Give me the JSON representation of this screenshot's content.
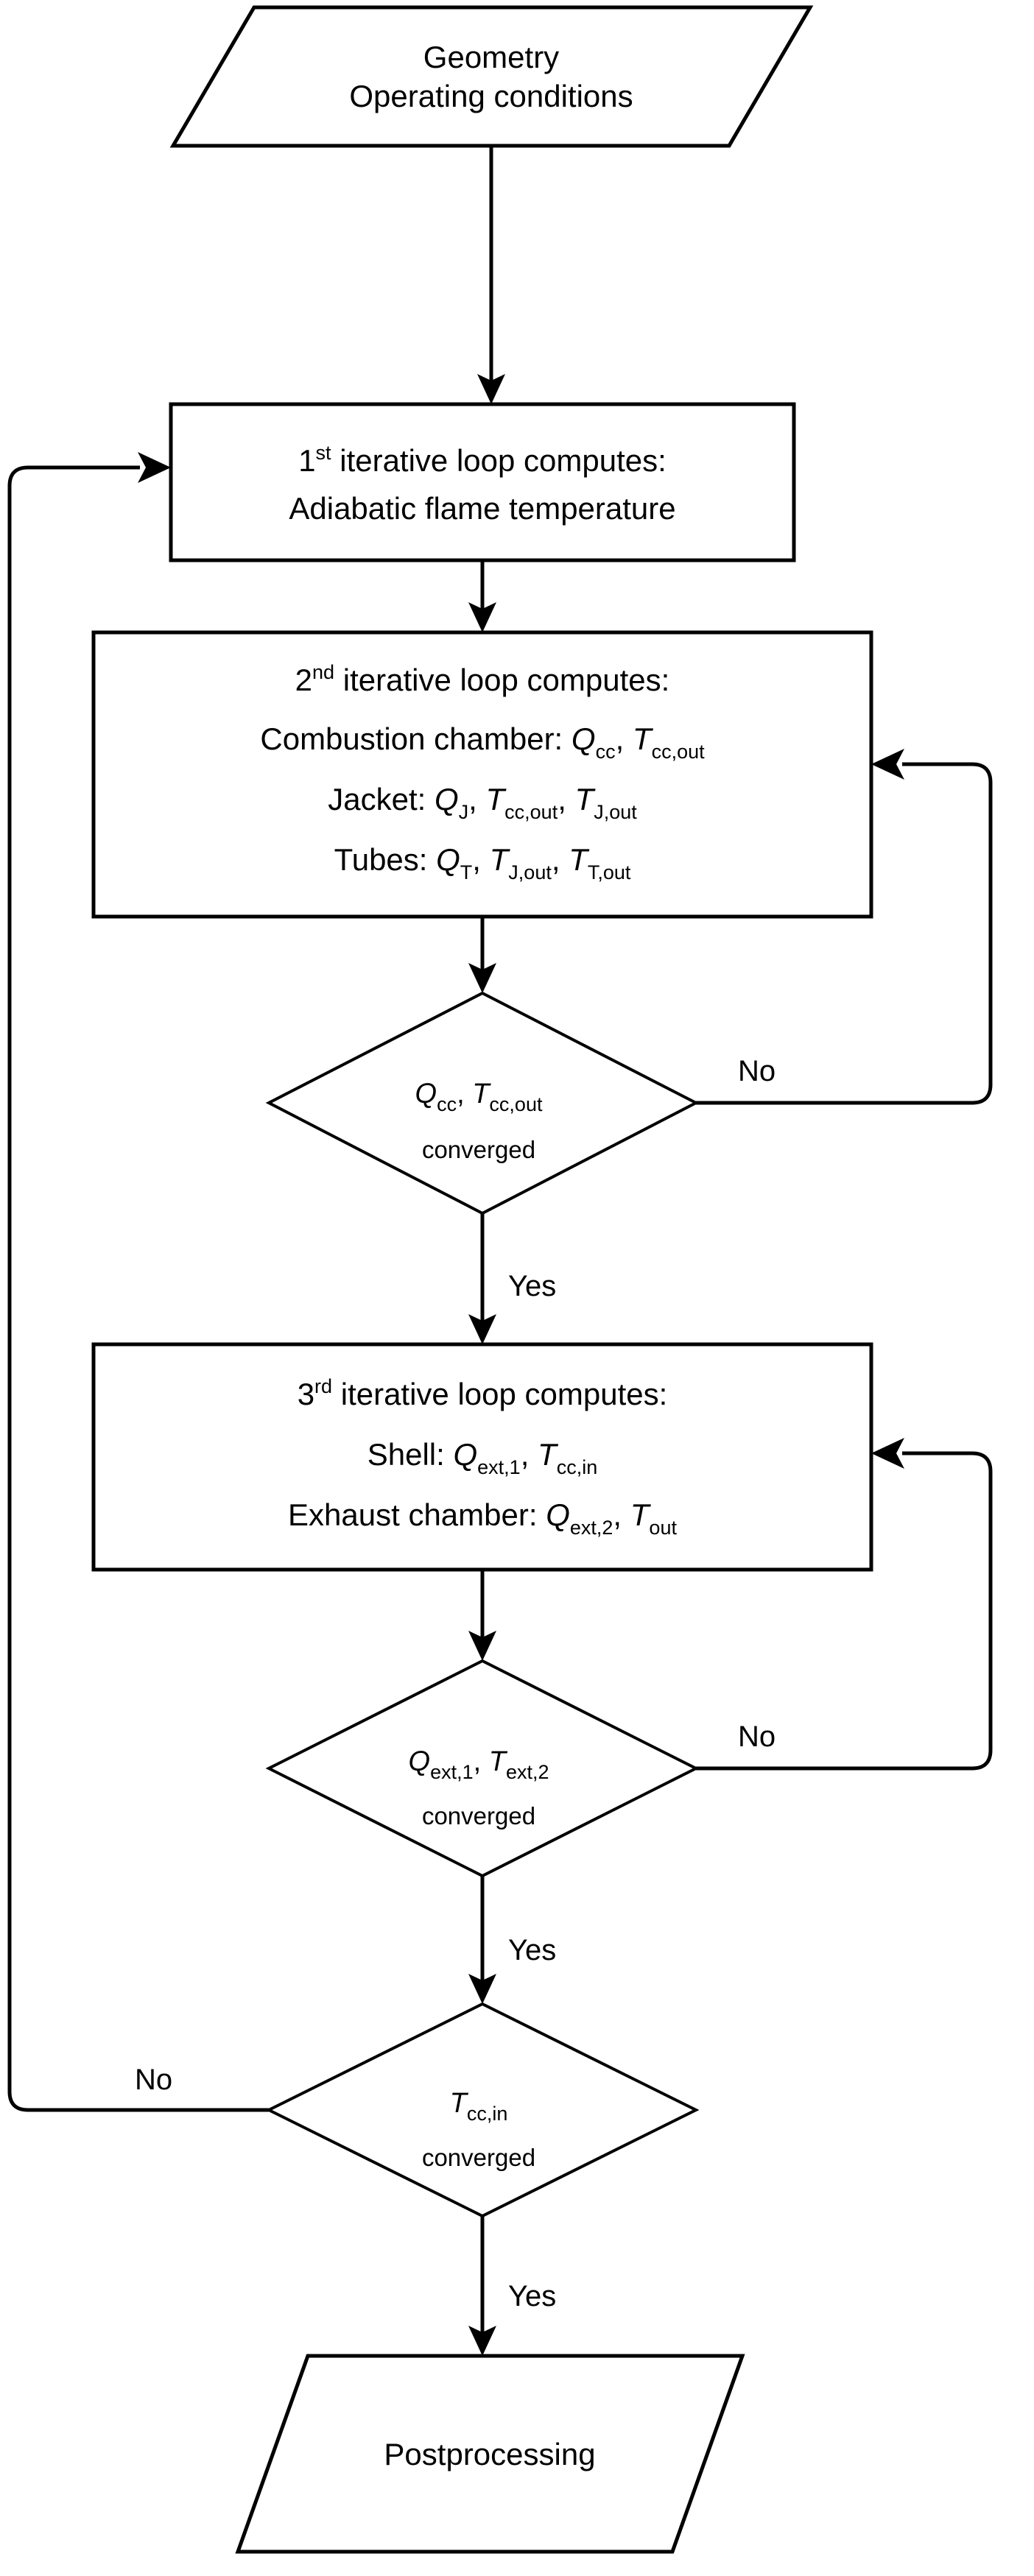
{
  "diagram": {
    "title": "Iterative solver flowchart",
    "colors": {
      "stroke": "#000000",
      "fill": "#ffffff",
      "text": "#000000",
      "background": "#ffffff"
    },
    "nodes": [
      {
        "id": "start",
        "shape": "parallelogram",
        "role": "input",
        "lines": [
          "Geometry",
          "Operating conditions"
        ]
      },
      {
        "id": "loop1",
        "shape": "rectangle",
        "role": "process",
        "lines": [
          "1st iterative loop computes:",
          "Adiabatic flame temperature"
        ],
        "line1_prefix": "1",
        "line1_sup": "st",
        "line1_rest": " iterative loop computes:"
      },
      {
        "id": "loop2",
        "shape": "rectangle",
        "role": "process",
        "line1_prefix": "2",
        "line1_sup": "nd",
        "line1_rest": " iterative loop computes:",
        "rows": [
          {
            "label": "Combustion chamber:",
            "vars": [
              {
                "base": "Q",
                "sub": "cc",
                "sep": ","
              },
              {
                "base": "T",
                "sub": "cc,out",
                "sep": ""
              }
            ]
          },
          {
            "label": "Jacket:",
            "vars": [
              {
                "base": "Q",
                "sub": "J",
                "sep": ","
              },
              {
                "base": "T",
                "sub": "cc,out",
                "sep": ","
              },
              {
                "base": "T",
                "sub": "J,out",
                "sep": ""
              }
            ]
          },
          {
            "label": "Tubes:",
            "vars": [
              {
                "base": "Q",
                "sub": "T",
                "sep": ","
              },
              {
                "base": "T",
                "sub": "J,out",
                "sep": ","
              },
              {
                "base": "T",
                "sub": "T,out",
                "sep": ""
              }
            ]
          }
        ]
      },
      {
        "id": "dec1",
        "shape": "diamond",
        "role": "decision",
        "cond_line1": "Q cc , T cc,out",
        "cond_line2": "converged",
        "yes_label": "Yes",
        "no_label": "No"
      },
      {
        "id": "loop3",
        "shape": "rectangle",
        "role": "process",
        "line1_prefix": "3",
        "line1_sup": "rd",
        "line1_rest": " iterative loop computes:",
        "rows": [
          {
            "label": "Shell:",
            "vars": [
              {
                "base": "Q",
                "sub": "ext,1",
                "sep": ","
              },
              {
                "base": "T",
                "sub": "cc,in",
                "sep": ""
              }
            ]
          },
          {
            "label": "Exhaust chamber:",
            "vars": [
              {
                "base": "Q",
                "sub": "ext,2",
                "sep": ","
              },
              {
                "base": "T",
                "sub": "out",
                "sep": ""
              }
            ]
          }
        ]
      },
      {
        "id": "dec2",
        "shape": "diamond",
        "role": "decision",
        "cond_line1": "Q ext,1 , T ext,2",
        "cond_line2": "converged",
        "yes_label": "Yes",
        "no_label": "No"
      },
      {
        "id": "dec3",
        "shape": "diamond",
        "role": "decision",
        "cond_line1": "T cc,in",
        "cond_line2": "converged",
        "yes_label": "Yes",
        "no_label": "No"
      },
      {
        "id": "end",
        "shape": "parallelogram",
        "role": "output",
        "lines": [
          "Postprocessing"
        ]
      }
    ],
    "text": {
      "start_line1": "Geometry",
      "start_line2": "Operating conditions",
      "loop1_num": "1",
      "loop1_sup": "st",
      "loop1_rest": " iterative loop computes:",
      "loop1_line2": "Adiabatic flame temperature",
      "loop2_num": "2",
      "loop2_sup": "nd",
      "loop2_rest": " iterative loop computes:",
      "loop2_r1_label": "Combustion chamber:",
      "loop2_r2_label": "Jacket:",
      "loop2_r3_label": "Tubes:",
      "loop3_num": "3",
      "loop3_sup": "rd",
      "loop3_rest": " iterative loop computes:",
      "loop3_r1_label": "Shell:",
      "loop3_r2_label": "Exhaust chamber:",
      "converged": "converged",
      "yes": "Yes",
      "no": "No",
      "end_line1": "Postprocessing",
      "Q": "Q",
      "T": "T",
      "comma": ",",
      "sub_cc": "cc",
      "sub_ccout": "cc,out",
      "sub_J": "J",
      "sub_Jout": "J,out",
      "sub_Tsub": "T",
      "sub_Tout": "T,out",
      "sub_ext1": "ext,1",
      "sub_ext2": "ext,2",
      "sub_ccin": "cc,in",
      "sub_out": "out"
    },
    "edges": [
      {
        "from": "start",
        "to": "loop1",
        "label": ""
      },
      {
        "from": "loop1",
        "to": "loop2",
        "label": ""
      },
      {
        "from": "loop2",
        "to": "dec1",
        "label": ""
      },
      {
        "from": "dec1",
        "to": "loop2",
        "label": "No",
        "path": "right-loop-up"
      },
      {
        "from": "dec1",
        "to": "loop3",
        "label": "Yes",
        "path": "down"
      },
      {
        "from": "loop3",
        "to": "dec2",
        "label": ""
      },
      {
        "from": "dec2",
        "to": "loop3",
        "label": "No",
        "path": "right-loop-up"
      },
      {
        "from": "dec2",
        "to": "dec3",
        "label": "Yes",
        "path": "down"
      },
      {
        "from": "dec3",
        "to": "loop1",
        "label": "No",
        "path": "left-loop-up"
      },
      {
        "from": "dec3",
        "to": "end",
        "label": "Yes",
        "path": "down"
      }
    ]
  }
}
